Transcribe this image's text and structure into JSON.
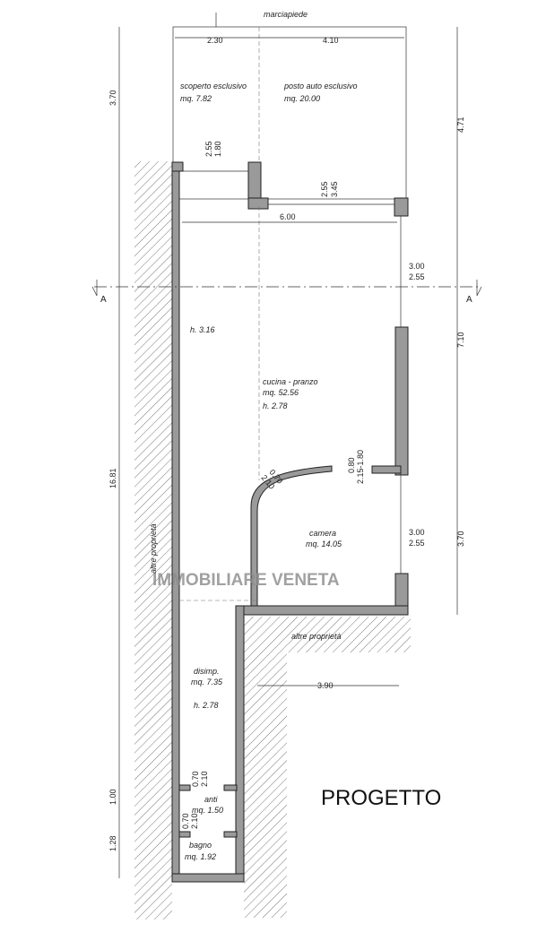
{
  "labels": {
    "sidewalk": "marciapiede",
    "courtyard_name": "scoperto esclusivo",
    "courtyard_area": "mq. 7.82",
    "parking_name": "posto auto esclusivo",
    "parking_area": "mq. 20.00",
    "height_main": "h. 3.16",
    "kitchen_name": "cucina - pranzo",
    "kitchen_area": "mq. 52.56",
    "kitchen_height": "h. 2.78",
    "bedroom_name": "camera",
    "bedroom_area": "mq. 14.05",
    "other_property_left": "altre proprietà",
    "other_property_bottom": "altre proprietà",
    "hall_name": "disimp.",
    "hall_area": "mq. 7.35",
    "hall_height": "h. 2.78",
    "ante_name": "anti",
    "ante_area": "mq. 1.50",
    "bath_name": "bagno",
    "bath_area": "mq. 1.92",
    "section_left": "A",
    "section_right": "A",
    "watermark": "IMMOBILIARE VENETA",
    "stamp": "PROGETTO"
  },
  "dims": {
    "top_left": "2.30",
    "top_right": "4.10",
    "left_top": "3.70",
    "left_main": "16.81",
    "left_1": "1.00",
    "left_2": "1.28",
    "right_top": "4.71",
    "right_mid": "7.10",
    "right_low": "3.70",
    "win_a_1": "1.80",
    "win_a_2": "2.55",
    "win_b_1": "3.45",
    "win_b_2": "2.55",
    "width_600": "6.00",
    "win_c_1": "3.00",
    "win_c_2": "2.55",
    "door_k_1": "0.80",
    "door_k_2": "2.15-1.80",
    "door_c_1": "0.70",
    "door_c_2": "2.10",
    "win_d_1": "3.00",
    "win_d_2": "2.55",
    "bottom_390": "3.90",
    "door_a_1": "0.70",
    "door_a_2": "2.10",
    "door_b_1": "0.70",
    "door_b_2": "2.10"
  }
}
